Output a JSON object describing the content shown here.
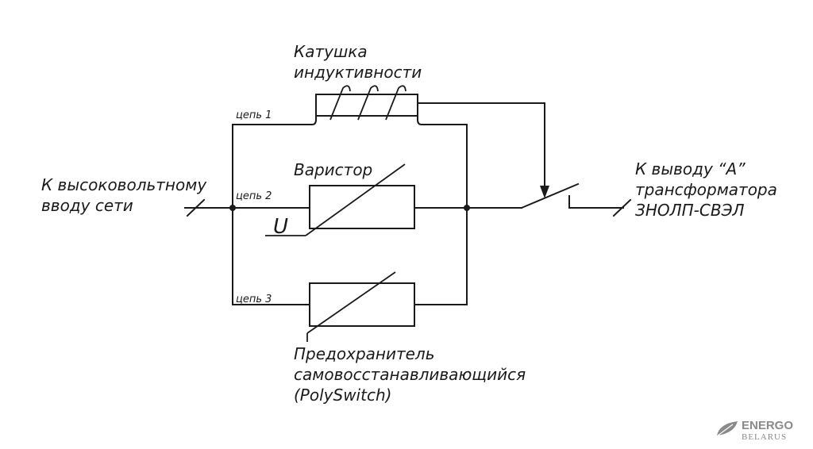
{
  "labels": {
    "coil_line1": "Катушка",
    "coil_line2": "индуктивности",
    "left_line1": "К высоковольтному",
    "left_line2": "вводу сети",
    "right_line1": "К выводу “А”",
    "right_line2": "трансформатора",
    "right_line3": "ЗНОЛП-СВЭЛ",
    "varistor": "Варистор",
    "voltage": "U",
    "fuse_line1": "Предохранитель",
    "fuse_line2": "самовосстанавливающийся",
    "fuse_line3": "(PolySwitch)",
    "circuit1": "цепь 1",
    "circuit2": "цепь 2",
    "circuit3": "цепь 3"
  },
  "brand": {
    "line1": "ENERGO",
    "line2": "BELARUS"
  },
  "colors": {
    "stroke": "#1a1a1a",
    "brand": "#8a8a8a"
  }
}
